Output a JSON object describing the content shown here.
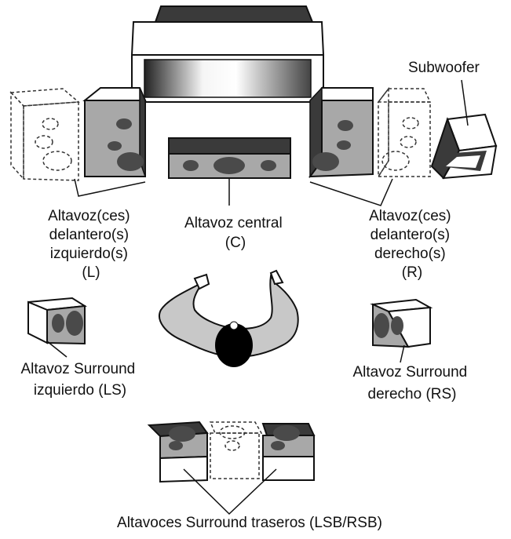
{
  "labels": {
    "subwoofer": "Subwoofer",
    "front_left": [
      "Altavoz(ces)",
      "delantero(s)",
      "izquierdo(s)",
      "(L)"
    ],
    "center": [
      "Altavoz central",
      "(C)"
    ],
    "front_right": [
      "Altavoz(ces)",
      "delantero(s)",
      "derecho(s)",
      "(R)"
    ],
    "surround_left": [
      "Altavoz Surround",
      "izquierdo (LS)"
    ],
    "surround_right": [
      "Altavoz Surround",
      "derecho (RS)"
    ],
    "surround_back": "Altavoces Surround traseros (LSB/RSB)"
  },
  "colors": {
    "outline": "#111111",
    "speaker_face": "#a8a8a8",
    "speaker_side": "#3a3a3a",
    "driver": "#4a4a4a",
    "person_body": "#c8c8c8",
    "person_head": "#000000",
    "dashed": "#333333"
  }
}
